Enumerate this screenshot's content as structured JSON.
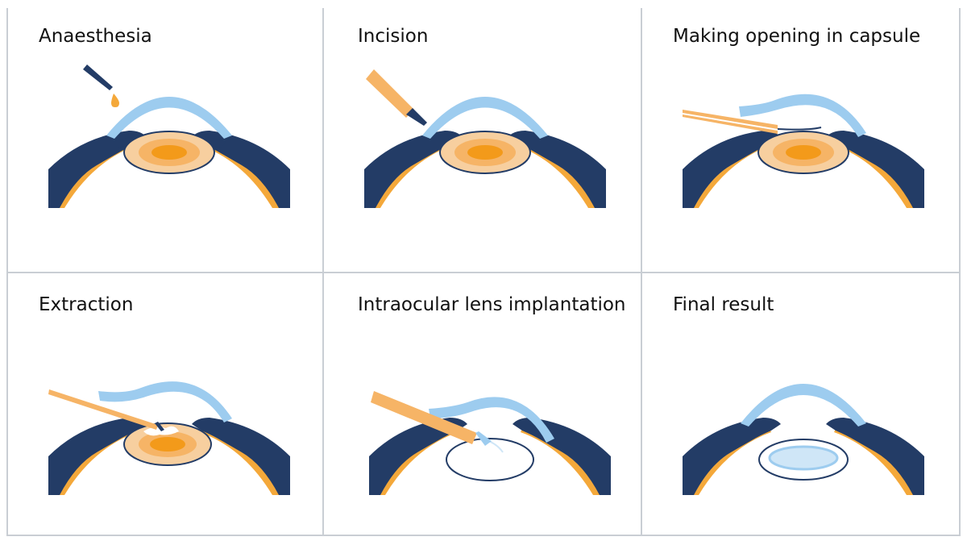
{
  "panels": [
    {
      "id": "anaesthesia",
      "title": "Anaesthesia"
    },
    {
      "id": "incision",
      "title": "Incision"
    },
    {
      "id": "capsule",
      "title": "Making opening in capsule"
    },
    {
      "id": "extraction",
      "title": "Extraction"
    },
    {
      "id": "implantation",
      "title": "Intraocular lens implantation"
    },
    {
      "id": "final",
      "title": "Final result"
    }
  ],
  "colors": {
    "grid_line": "#c9ced4",
    "sclera": "#233c66",
    "cornea": "#9dccef",
    "lens_outer": "#f7cf9f",
    "lens_mid": "#f6b466",
    "lens_core": "#f39a1a",
    "instrument": "#f6b466",
    "retina": "#f4a83a",
    "iol": "#cfe6f7"
  }
}
